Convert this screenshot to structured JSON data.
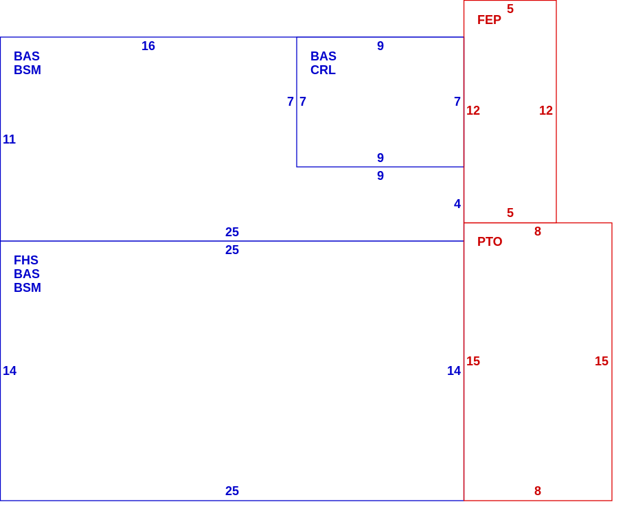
{
  "colors": {
    "blue": "#0000cc",
    "red": "#cc0000"
  },
  "rooms": {
    "bas_bsm": {
      "label_line1": "BAS",
      "label_line2": "BSM",
      "top": "16",
      "left": "11",
      "right_upper": "7",
      "right_lower": "4",
      "bottom": "25"
    },
    "bas_crl": {
      "label_line1": "BAS",
      "label_line2": "CRL",
      "top": "9",
      "left": "7",
      "right": "7",
      "bottom_inside": "9",
      "bottom_outside": "9"
    },
    "fhs_bas_bsm": {
      "label_line1": "FHS",
      "label_line2": "BAS",
      "label_line3": "BSM",
      "top": "25",
      "left": "14",
      "right": "14",
      "bottom": "25"
    },
    "fep": {
      "label": "FEP",
      "top": "5",
      "left": "12",
      "right": "12",
      "bottom": "5"
    },
    "pto": {
      "label": "PTO",
      "top": "8",
      "left": "15",
      "right": "15",
      "bottom": "8"
    }
  }
}
